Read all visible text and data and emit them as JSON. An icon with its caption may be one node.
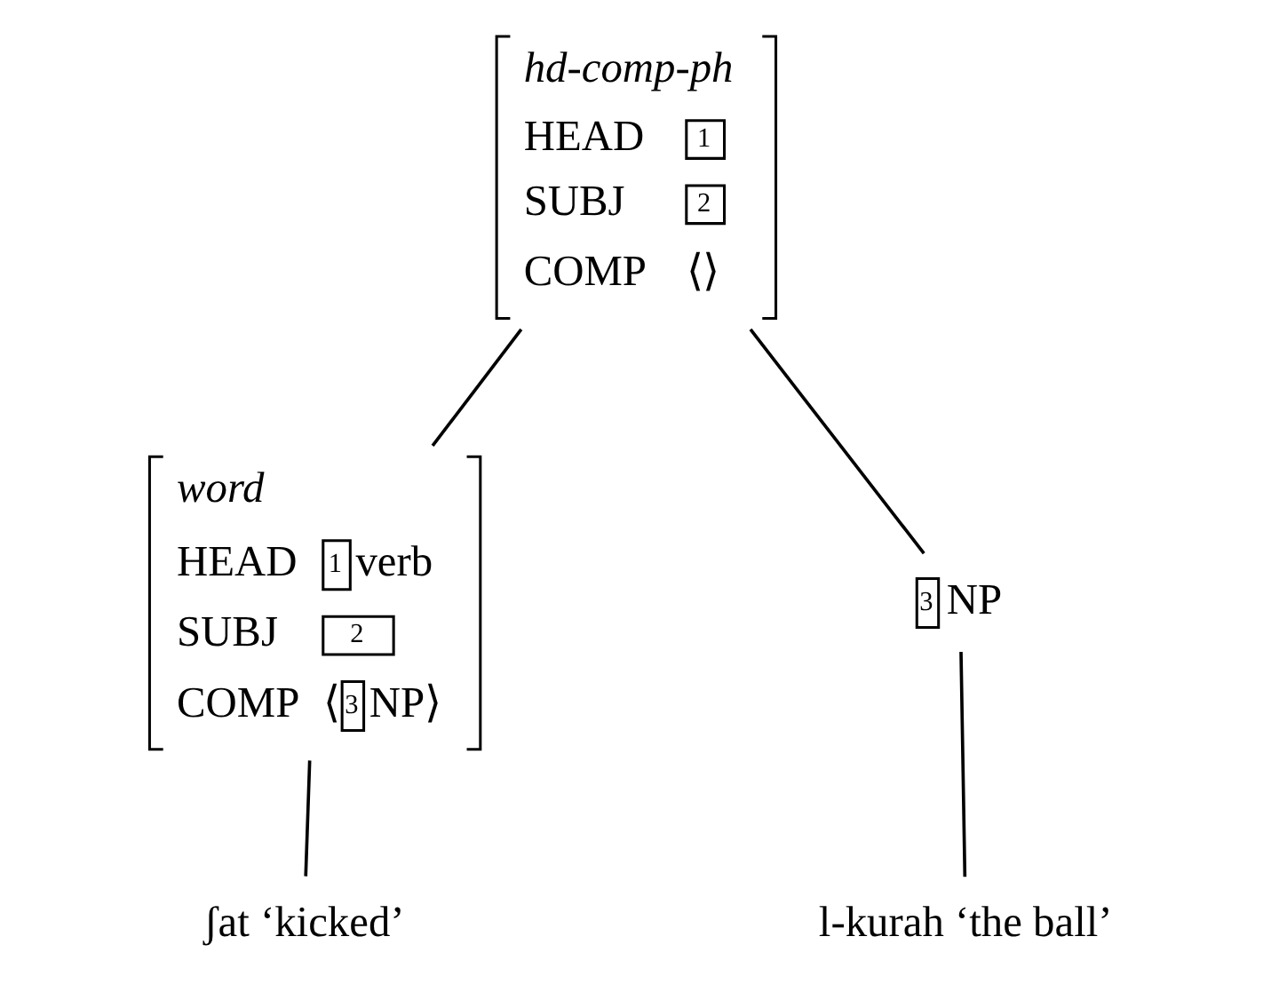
{
  "diagram": {
    "nodes": [
      {
        "text": [
          "hd-comp-ph",
          "HEAD 1",
          "SUBJ 2",
          "COMP ⟨⟩"
        ]
      },
      {
        "text": [
          "word",
          "HEAD 1 verb",
          "SUBJ 2",
          "COMP ⟨3 NP⟩"
        ]
      },
      {
        "text": [
          "3 NP"
        ]
      },
      {
        "text": [
          "ʃat ‘kicked’"
        ]
      },
      {
        "text": [
          "l-kurah ‘the ball’"
        ]
      }
    ],
    "edges": [
      {
        "from": 0,
        "to": 1,
        "arrow": "none"
      },
      {
        "from": 0,
        "to": 2,
        "arrow": "none"
      },
      {
        "from": 1,
        "to": 3,
        "arrow": "none"
      },
      {
        "from": 2,
        "to": 4,
        "arrow": "none"
      }
    ]
  }
}
